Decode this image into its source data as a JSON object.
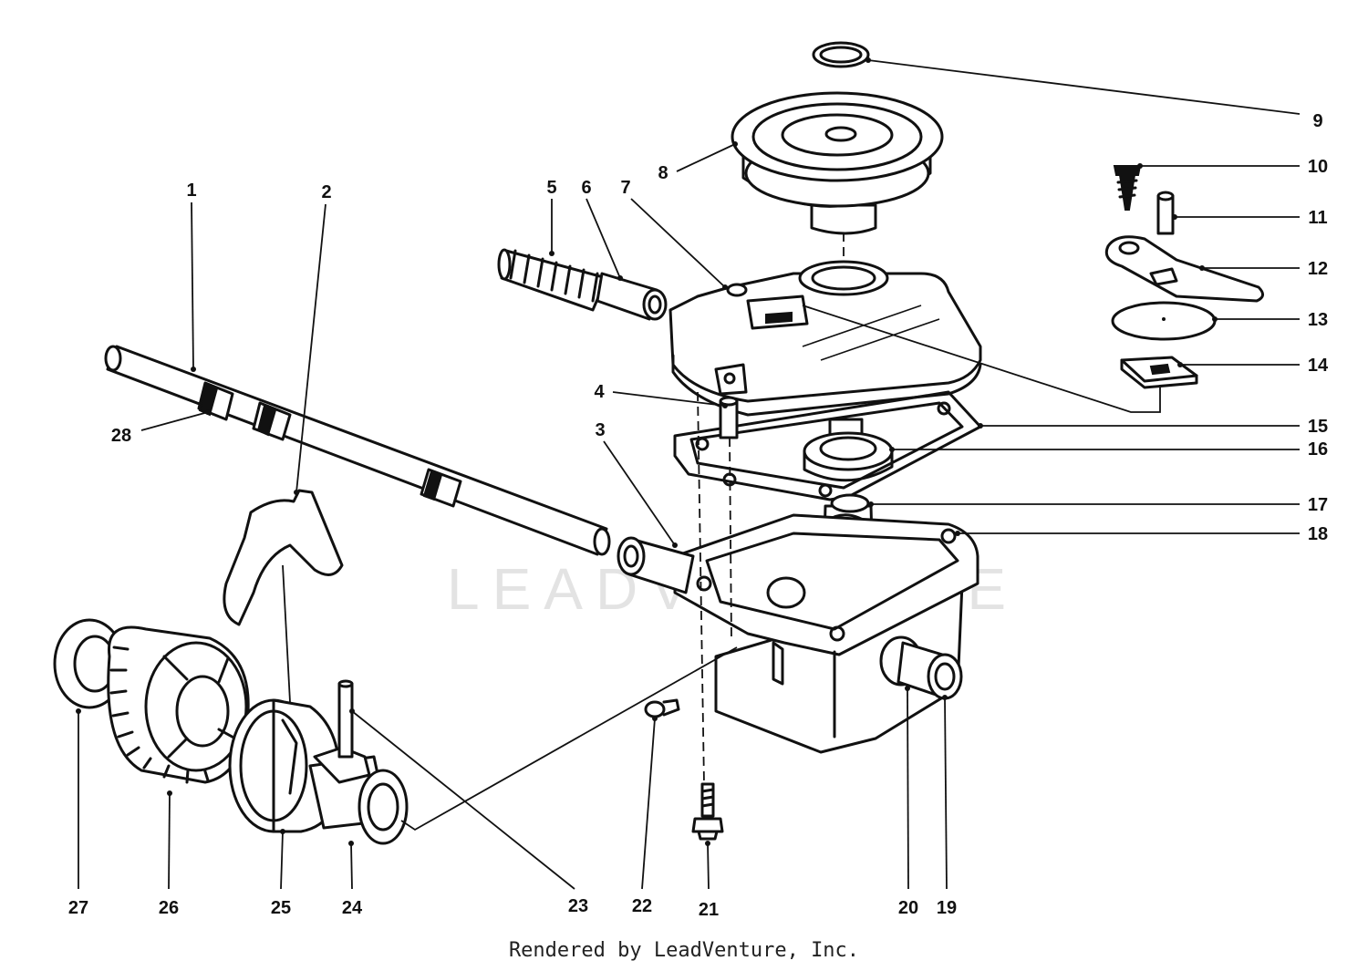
{
  "watermark": "LEADVENTURE",
  "credit": "Rendered by LeadVenture, Inc.",
  "callouts": [
    {
      "id": "1",
      "label": "1"
    },
    {
      "id": "2",
      "label": "2"
    },
    {
      "id": "3",
      "label": "3"
    },
    {
      "id": "4",
      "label": "4"
    },
    {
      "id": "5",
      "label": "5"
    },
    {
      "id": "6",
      "label": "6"
    },
    {
      "id": "7",
      "label": "7"
    },
    {
      "id": "8",
      "label": "8"
    },
    {
      "id": "9",
      "label": "9"
    },
    {
      "id": "10",
      "label": "10"
    },
    {
      "id": "11",
      "label": "11"
    },
    {
      "id": "12",
      "label": "12"
    },
    {
      "id": "13",
      "label": "13"
    },
    {
      "id": "14",
      "label": "14"
    },
    {
      "id": "15",
      "label": "15"
    },
    {
      "id": "16",
      "label": "16"
    },
    {
      "id": "17",
      "label": "17"
    },
    {
      "id": "18",
      "label": "18"
    },
    {
      "id": "19",
      "label": "19"
    },
    {
      "id": "20",
      "label": "20"
    },
    {
      "id": "21",
      "label": "21"
    },
    {
      "id": "22",
      "label": "22"
    },
    {
      "id": "23",
      "label": "23"
    },
    {
      "id": "24",
      "label": "24"
    },
    {
      "id": "25",
      "label": "25"
    },
    {
      "id": "26",
      "label": "26"
    },
    {
      "id": "27",
      "label": "27"
    },
    {
      "id": "28",
      "label": "28"
    }
  ]
}
